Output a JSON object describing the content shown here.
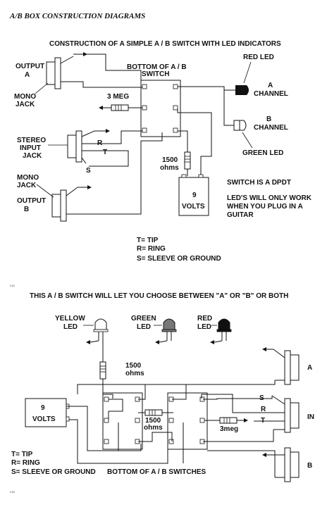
{
  "page": {
    "title": "A/B BOX CONSTRUCTION DIAGRAMS",
    "page_mark_1": "216",
    "page_mark_2": "218"
  },
  "diagram1": {
    "heading": "CONSTRUCTION OF A SIMPLE  A / B  SWITCH WITH LED INDICATORS",
    "output_a_line1": "OUTPUT",
    "output_a_line2": "A",
    "mono_jack_1_line1": "MONO",
    "mono_jack_1_line2": "JACK",
    "switch_label_line1": "BOTTOM OF A / B",
    "switch_label_line2": "SWITCH",
    "resistor_label": "3 MEG",
    "red_led": "RED LED",
    "a_channel_line1": "A",
    "a_channel_line2": "CHANNEL",
    "b_channel_line1": "B",
    "b_channel_line2": "CHANNEL",
    "green_led": "GREEN LED",
    "stereo_line1": "STEREO",
    "stereo_line2": "INPUT",
    "stereo_line3": "JACK",
    "pin_r": "R",
    "pin_t": "T",
    "pin_s": "S",
    "resistor_1500_line1": "1500",
    "resistor_1500_line2": "ohms",
    "battery_line1": "9",
    "battery_line2": "VOLTS",
    "mono_jack_2_line1": "MONO",
    "mono_jack_2_line2": "JACK",
    "output_b_line1": "OUTPUT",
    "output_b_line2": "B",
    "note_1": "SWITCH IS A DPDT",
    "note_2_line1": "LED'S WILL ONLY WORK",
    "note_2_line2": "WHEN YOU PLUG IN A",
    "note_2_line3": "GUITAR",
    "legend_t": "T= TIP",
    "legend_r": "R= RING",
    "legend_s": "S= SLEEVE OR GROUND"
  },
  "diagram2": {
    "heading": "THIS A / B  SWITCH WILL LET YOU CHOOSE BETWEEN \"A\" OR \"B\" OR BOTH",
    "yellow_led_line1": "YELLOW",
    "yellow_led_line2": "LED",
    "green_led_line1": "GREEN",
    "green_led_line2": "LED",
    "red_led_line1": "RED",
    "red_led_line2": "LED",
    "resistor_1500_top_line1": "1500",
    "resistor_1500_top_line2": "ohms",
    "resistor_1500_mid_line1": "1500",
    "resistor_1500_mid_line2": "ohms",
    "resistor_3meg": "3meg",
    "battery_line1": "9",
    "battery_line2": "VOLTS",
    "jack_a": "A",
    "jack_in": "IN",
    "jack_b": "B",
    "pin_s": "S",
    "pin_r": "R",
    "pin_t": "T",
    "legend_t": "T= TIP",
    "legend_r": "R= RING",
    "legend_s": "S= SLEEVE OR GROUND",
    "switches_label": "BOTTOM OF A / B SWITCHES"
  }
}
